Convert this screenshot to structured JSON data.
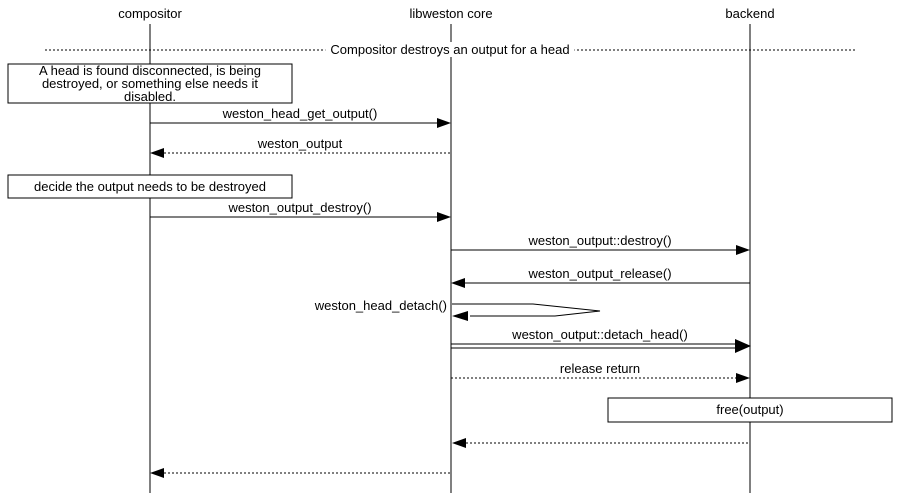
{
  "actors": [
    {
      "label": "compositor"
    },
    {
      "label": "libweston core"
    },
    {
      "label": "backend"
    }
  ],
  "divider": {
    "label": "Compositor destroys an output for a head"
  },
  "notes": {
    "disconnected": {
      "lines": [
        "A head is found disconnected, is being",
        "destroyed, or something else needs it",
        "disabled."
      ]
    },
    "decide": {
      "label": "decide the output needs to be destroyed"
    }
  },
  "messages": [
    {
      "label": "weston_head_get_output()",
      "from": "compositor",
      "to": "libweston core",
      "type": "call-solid"
    },
    {
      "label": "weston_output",
      "from": "libweston core",
      "to": "compositor",
      "type": "return-dashed"
    },
    {
      "label": "weston_output_destroy()",
      "from": "compositor",
      "to": "libweston core",
      "type": "call-solid"
    },
    {
      "label": "weston_output::destroy()",
      "from": "libweston core",
      "to": "backend",
      "type": "call-solid"
    },
    {
      "label": "weston_output_release()",
      "from": "backend",
      "to": "libweston core",
      "type": "call-solid"
    },
    {
      "label": "weston_head_detach()",
      "from": "libweston core",
      "to": "libweston core",
      "type": "self-call"
    },
    {
      "label": "weston_output::detach_head()",
      "from": "libweston core",
      "to": "backend",
      "type": "call-double"
    },
    {
      "label": "release return",
      "from": "libweston core",
      "to": "backend",
      "type": "return-dotted"
    },
    {
      "label": "free(output)",
      "on": "backend",
      "type": "action-box"
    },
    {
      "label": "",
      "from": "backend",
      "to": "libweston core",
      "type": "return-dashed"
    },
    {
      "label": "",
      "from": "libweston core",
      "to": "compositor",
      "type": "return-dashed"
    }
  ],
  "colors": {
    "line": "#000000",
    "background": "#ffffff"
  }
}
